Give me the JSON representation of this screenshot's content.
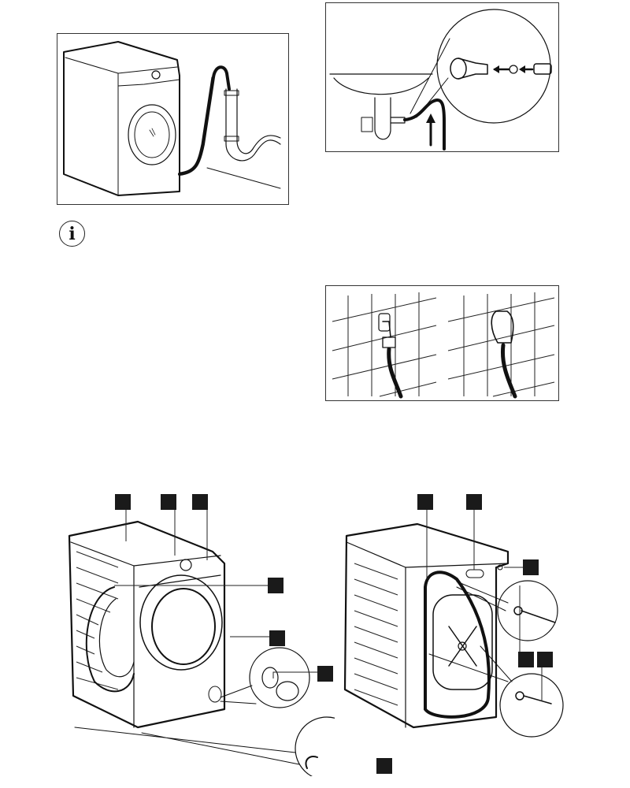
{
  "page": {
    "type": "appliance-manual-page",
    "background": "#ffffff"
  },
  "figures": [
    {
      "id": "drain-hose-standpipe",
      "description": "Washing machine with drain hose hooked over a standpipe/trap"
    },
    {
      "id": "drain-hose-sink-trap",
      "description": "Drain hose connected to sink trap spigot with magnified connector detail and upward arrow"
    },
    {
      "id": "water-tap-connections",
      "description": "Two wall tap variants with inlet hose attached"
    },
    {
      "id": "front-view-labeled",
      "description": "Front view of washing machine with door open and callout labels"
    },
    {
      "id": "rear-view-labeled",
      "description": "Rear view of washing machine showing hoses, transit bolts and callout labels"
    }
  ],
  "info_note": {
    "icon": "info-icon",
    "glyph": "i"
  },
  "callouts": {
    "front_count": 7,
    "rear_count": 5,
    "label_color": "#1a1a1a"
  }
}
